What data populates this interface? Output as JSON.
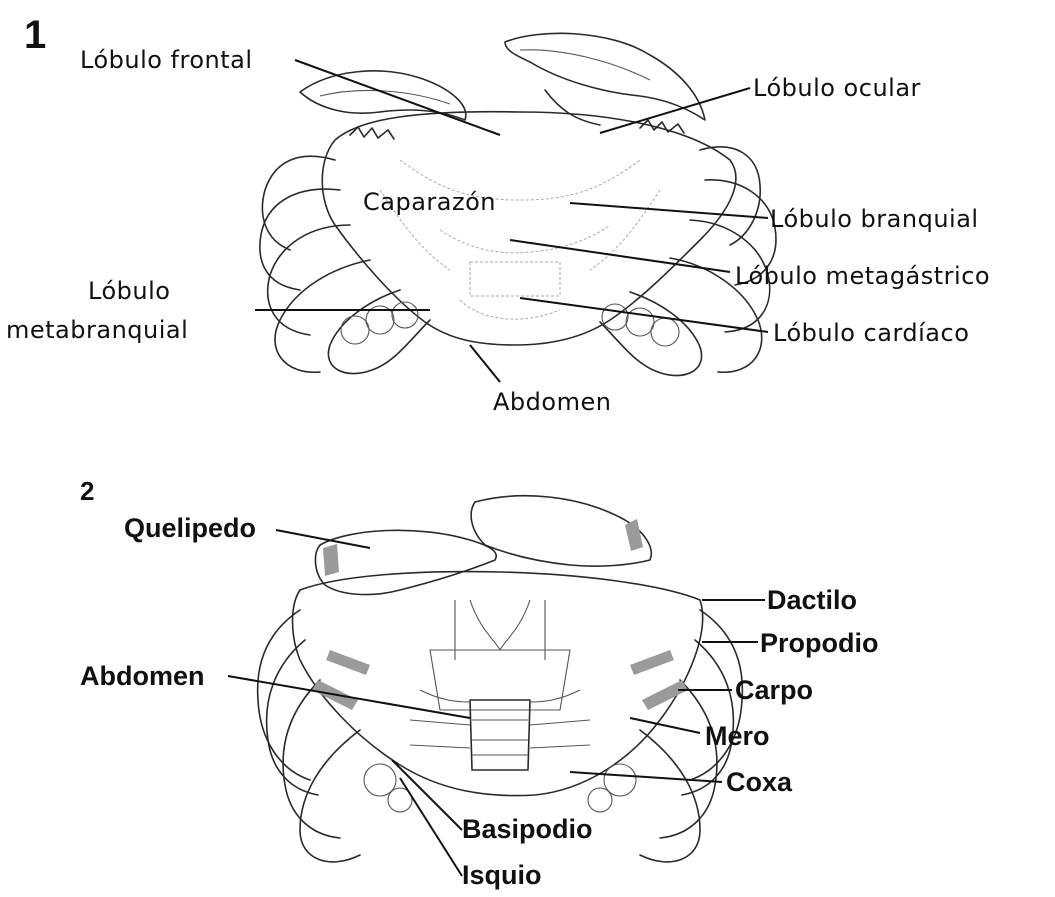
{
  "figure1": {
    "number": "1",
    "labels": {
      "frontal": "Lóbulo frontal",
      "ocular": "Lóbulo ocular",
      "caparazon": "Caparazón",
      "branquial": "Lóbulo branquial",
      "metagastrico": "Lóbulo metagástrico",
      "metabranquial_1": "Lóbulo",
      "metabranquial_2": "metabranquial",
      "cardiaco": "Lóbulo cardíaco",
      "abdomen": "Abdomen"
    }
  },
  "figure2": {
    "number": "2",
    "labels": {
      "quelipedo": "Quelipedo",
      "dactilo": "Dactilo",
      "propodio": "Propodio",
      "abdomen": "Abdomen",
      "carpo": "Carpo",
      "mero": "Mero",
      "coxa": "Coxa",
      "basipodio": "Basipodio",
      "isquio": "Isquio"
    }
  }
}
